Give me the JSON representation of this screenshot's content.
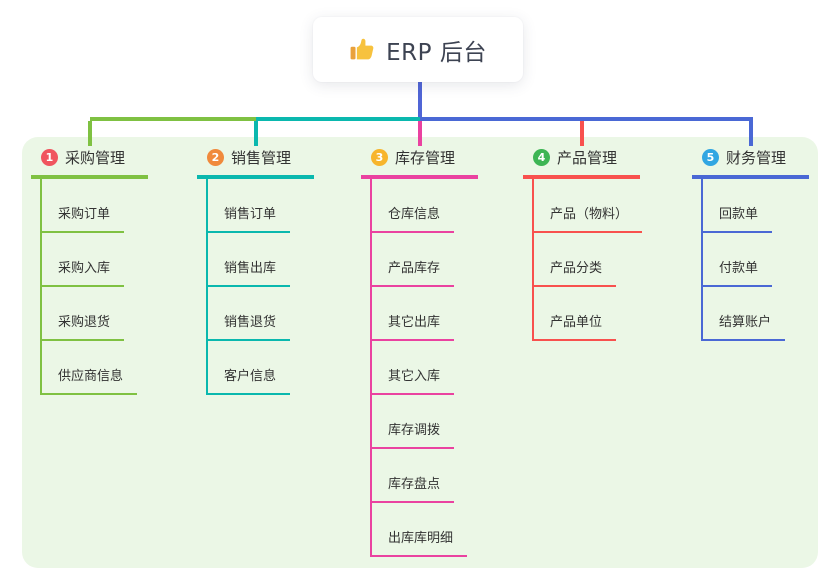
{
  "root": {
    "icon": "thumbs-up-icon",
    "label": "ERP 后台"
  },
  "colors": {
    "page_background": "#ffffff",
    "panel_background": "#ebf7e6",
    "root_connector": "#5065d6",
    "node_card_background": "#ffffff",
    "root_text": "#3d4352",
    "text_primary": "#333333",
    "thumb_main": "#f7c23e",
    "thumb_cuff": "#e9a13b"
  },
  "branches": [
    {
      "badge": "1",
      "badge_color": "#f0555f",
      "line_color": "#7fc142",
      "label": "采购管理",
      "children": [
        "采购订单",
        "采购入库",
        "采购退货",
        "供应商信息"
      ]
    },
    {
      "badge": "2",
      "badge_color": "#f08a3c",
      "line_color": "#0ab8ae",
      "label": "销售管理",
      "children": [
        "销售订单",
        "销售出库",
        "销售退货",
        "客户信息"
      ]
    },
    {
      "badge": "3",
      "badge_color": "#f7b52c",
      "line_color": "#ea42a0",
      "label": "库存管理",
      "children": [
        "仓库信息",
        "产品库存",
        "其它出库",
        "其它入库",
        "库存调拨",
        "库存盘点",
        "出库库明细"
      ]
    },
    {
      "badge": "4",
      "badge_color": "#3db554",
      "line_color": "#f8514e",
      "label": "产品管理",
      "children": [
        "产品（物料）",
        "产品分类",
        "产品单位"
      ]
    },
    {
      "badge": "5",
      "badge_color": "#31a6e2",
      "line_color": "#4a68d5",
      "label": "财务管理",
      "children": [
        "回款单",
        "付款单",
        "结算账户"
      ]
    }
  ]
}
